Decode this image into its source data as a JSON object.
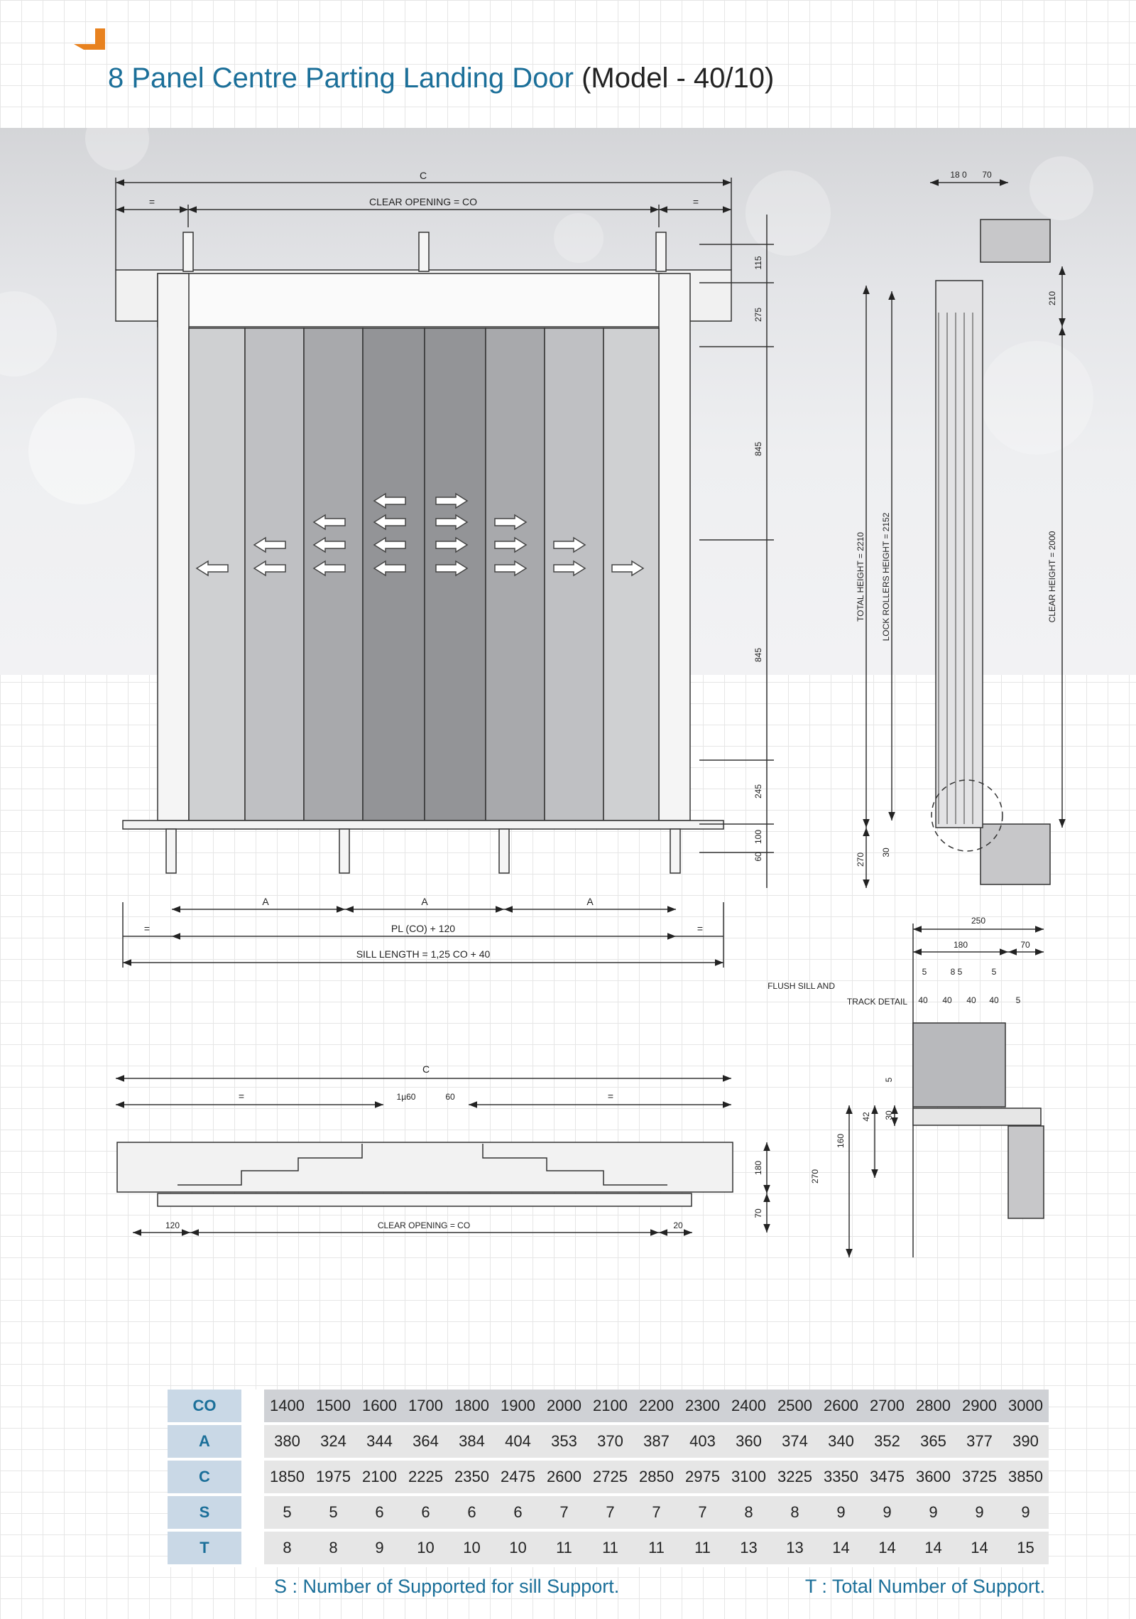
{
  "header": {
    "title": "8 Panel Centre Parting Landing Door",
    "model": "(Model - 40/10)"
  },
  "colors": {
    "accent": "#1b6f99",
    "brand_mark": "#e8821f"
  },
  "drawing": {
    "front": {
      "c_label": "C",
      "eq_left": "=",
      "clear_opening": "CLEAR OPENING = CO",
      "eq_right": "=",
      "a1": "A",
      "a2": "A",
      "a3": "A",
      "pl": "PL (CO) + 120",
      "sill_eq_left": "=",
      "sill_eq_right": "=",
      "sill_length": "SILL LENGTH = 1,25 CO + 40",
      "v115": "115",
      "v275": "275",
      "v845a": "845",
      "v845b": "845",
      "v245": "245",
      "v100": "100",
      "v60": "60"
    },
    "side": {
      "d180": "18 0",
      "d70": "70",
      "d210": "210",
      "total_height": "TOTAL HEIGHT = 2210",
      "lock_rollers": "LOCK ROLLERS HEIGHT = 2152",
      "clear_height": "CLEAR HEIGHT = 2000",
      "d270": "270",
      "d30": "30"
    },
    "plan": {
      "c_label": "C",
      "eq_left": "=",
      "eq_right": "=",
      "d160": "1µ60",
      "d60": "60",
      "d180": "180",
      "d70": "70",
      "d120": "120",
      "clear_opening": "CLEAR OPENING = CO",
      "d20": "20"
    },
    "sill": {
      "caption_line1": "FLUSH SILL AND",
      "caption_line2": "TRACK DETAIL",
      "d250": "250",
      "d180": "180",
      "d70": "70",
      "d5a": "5",
      "d85": "8 5",
      "d5b": "5",
      "w40a": "40",
      "w40b": "40",
      "w40c": "40",
      "w40d": "40",
      "w5": "5",
      "h5": "5",
      "h42": "42",
      "h30": "30",
      "h160": "160",
      "h270": "270"
    }
  },
  "table": {
    "rows": [
      {
        "label": "CO",
        "values": [
          "1400",
          "1500",
          "1600",
          "1700",
          "1800",
          "1900",
          "2000",
          "2100",
          "2200",
          "2300",
          "2400",
          "2500",
          "2600",
          "2700",
          "2800",
          "2900",
          "3000"
        ]
      },
      {
        "label": "A",
        "values": [
          "380",
          "324",
          "344",
          "364",
          "384",
          "404",
          "353",
          "370",
          "387",
          "403",
          "360",
          "374",
          "340",
          "352",
          "365",
          "377",
          "390"
        ]
      },
      {
        "label": "C",
        "values": [
          "1850",
          "1975",
          "2100",
          "2225",
          "2350",
          "2475",
          "2600",
          "2725",
          "2850",
          "2975",
          "3100",
          "3225",
          "3350",
          "3475",
          "3600",
          "3725",
          "3850"
        ]
      },
      {
        "label": "S",
        "values": [
          "5",
          "5",
          "6",
          "6",
          "6",
          "6",
          "7",
          "7",
          "7",
          "7",
          "8",
          "8",
          "9",
          "9",
          "9",
          "9",
          "9"
        ]
      },
      {
        "label": "T",
        "values": [
          "8",
          "8",
          "9",
          "10",
          "10",
          "10",
          "11",
          "11",
          "11",
          "11",
          "13",
          "13",
          "14",
          "14",
          "14",
          "14",
          "15"
        ]
      }
    ]
  },
  "notes": {
    "s": "S : Number of Supported for sill Support.",
    "t": "T : Total Number of Support."
  }
}
